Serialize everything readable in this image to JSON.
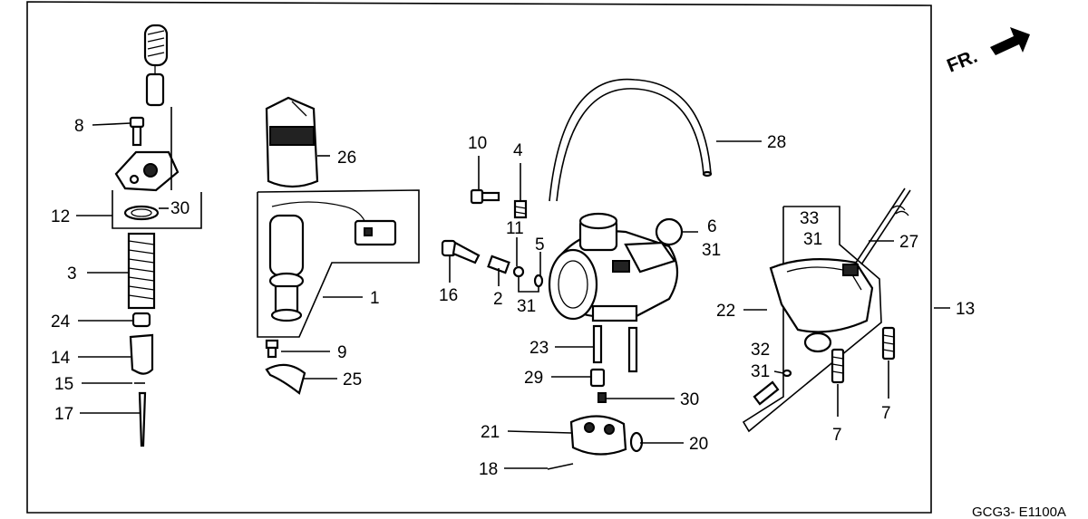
{
  "diagram_code": "GCG3- E1100A",
  "direction_label": "FR.",
  "callouts": {
    "c1": "1",
    "c2": "2",
    "c3": "3",
    "c4": "4",
    "c5": "5",
    "c6": "6",
    "c7a": "7",
    "c7b": "7",
    "c8": "8",
    "c9": "9",
    "c10": "10",
    "c11": "11",
    "c12": "12",
    "c13": "13",
    "c14": "14",
    "c15": "15",
    "c16": "16",
    "c17": "17",
    "c18": "18",
    "c20": "20",
    "c21": "21",
    "c22": "22",
    "c23": "23",
    "c24": "24",
    "c25": "25",
    "c26": "26",
    "c27": "27",
    "c28": "28",
    "c29": "29",
    "c30a": "30",
    "c30b": "30",
    "c31a": "31",
    "c31b": "31",
    "c31c": "31",
    "c31d": "31",
    "c32": "32",
    "c33": "33"
  }
}
